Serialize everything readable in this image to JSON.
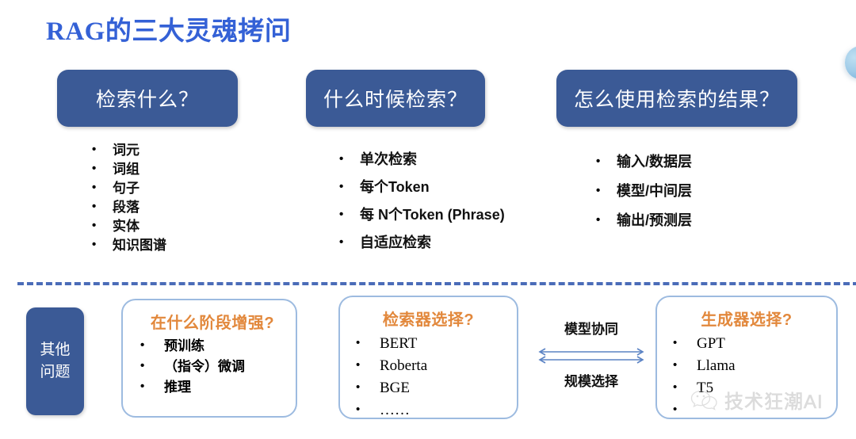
{
  "slide": {
    "title": "RAG的三大灵魂拷问",
    "title_color": "#3461d6",
    "accent_blue": "#3b5a96",
    "accent_orange": "#e2883c",
    "divider_color": "#4a6cb8",
    "card_border_color": "#9dbbe0"
  },
  "top": {
    "pills": [
      {
        "label": "检索什么？"
      },
      {
        "label": "什么时候检索？"
      },
      {
        "label": "怎么使用检索的结果？"
      }
    ],
    "columns": [
      {
        "items": [
          "词元",
          "词组",
          "句子",
          "段落",
          "实体",
          "知识图谱"
        ]
      },
      {
        "items": [
          "单次检索",
          "每个Token",
          "每 N个Token (Phrase)",
          "自适应检索"
        ]
      },
      {
        "items": [
          "输入/数据层",
          "模型/中间层",
          "输出/预测层"
        ]
      }
    ]
  },
  "bottom": {
    "other_label_line1": "其他",
    "other_label_line2": "问题",
    "cards": [
      {
        "title": "在什么阶段增强?",
        "items": [
          "预训练",
          "（指令）微调",
          "推理"
        ]
      },
      {
        "title": "检索器选择?",
        "items": [
          "BERT",
          "Roberta",
          "BGE",
          "……"
        ]
      },
      {
        "title": "生成器选择?",
        "items": [
          "GPT",
          "Llama",
          "T5",
          ""
        ]
      }
    ],
    "arrows": {
      "top_label": "模型协同",
      "bottom_label": "规模选择"
    }
  },
  "watermark": {
    "text": "技术狂潮AI",
    "icon": "wechat-icon"
  }
}
